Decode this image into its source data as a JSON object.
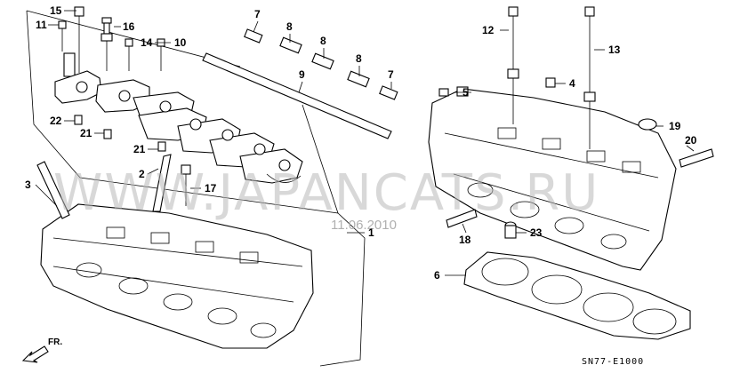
{
  "callouts": {
    "c15": "15",
    "c11": "11",
    "c16": "16",
    "c14": "14",
    "c10": "10",
    "c22": "22",
    "c21a": "21",
    "c21b": "21",
    "c2": "2",
    "c3": "3",
    "c17": "17",
    "c1": "1",
    "c7a": "7",
    "c8a": "8",
    "c8b": "8",
    "c8c": "8",
    "c7b": "7",
    "c9": "9",
    "c12": "12",
    "c13": "13",
    "c5": "5",
    "c4": "4",
    "c19": "19",
    "c20": "20",
    "c18": "18",
    "c23": "23",
    "c6": "6"
  },
  "watermark": "WWW.JAPANCATS.RU",
  "date_stamp": "11.06.2010",
  "diagram_code": "SN77-E1000",
  "direction_label": "FR.",
  "icons": {
    "direction": "front-arrow-icon"
  }
}
